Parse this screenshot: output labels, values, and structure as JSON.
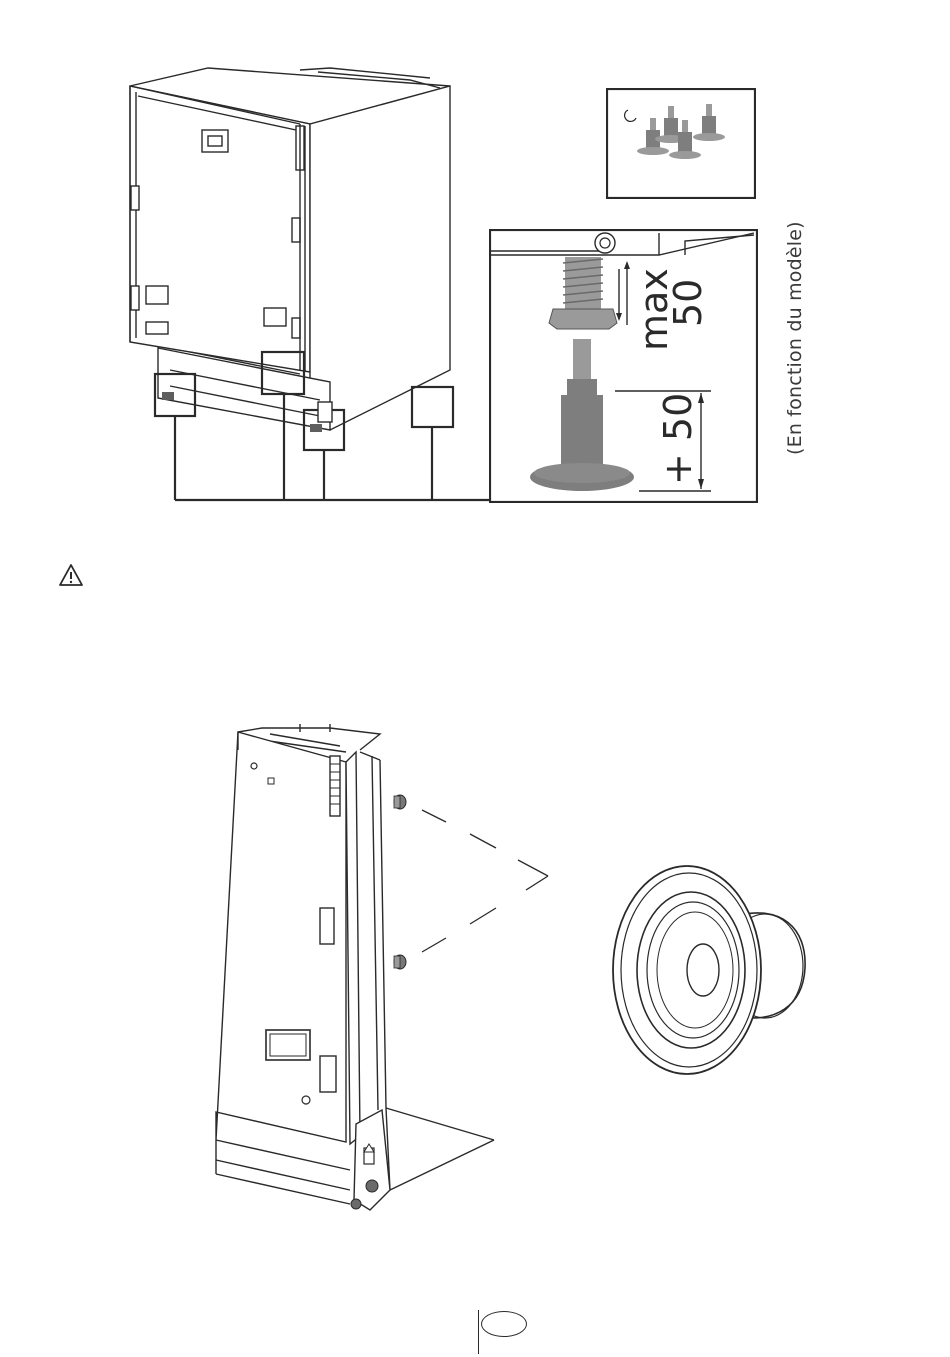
{
  "top_figure": {
    "detail_label_max": "max",
    "detail_value_max": "50",
    "detail_label_plus": "+ 50",
    "model_note": "(En fonction du modèle)"
  },
  "warning": {
    "icon": "warning-triangle-icon"
  },
  "bottom_figure": {
    "icons": [
      "screw-icon",
      "foot-cap-icon"
    ]
  },
  "footer": {
    "page_badge": ""
  }
}
